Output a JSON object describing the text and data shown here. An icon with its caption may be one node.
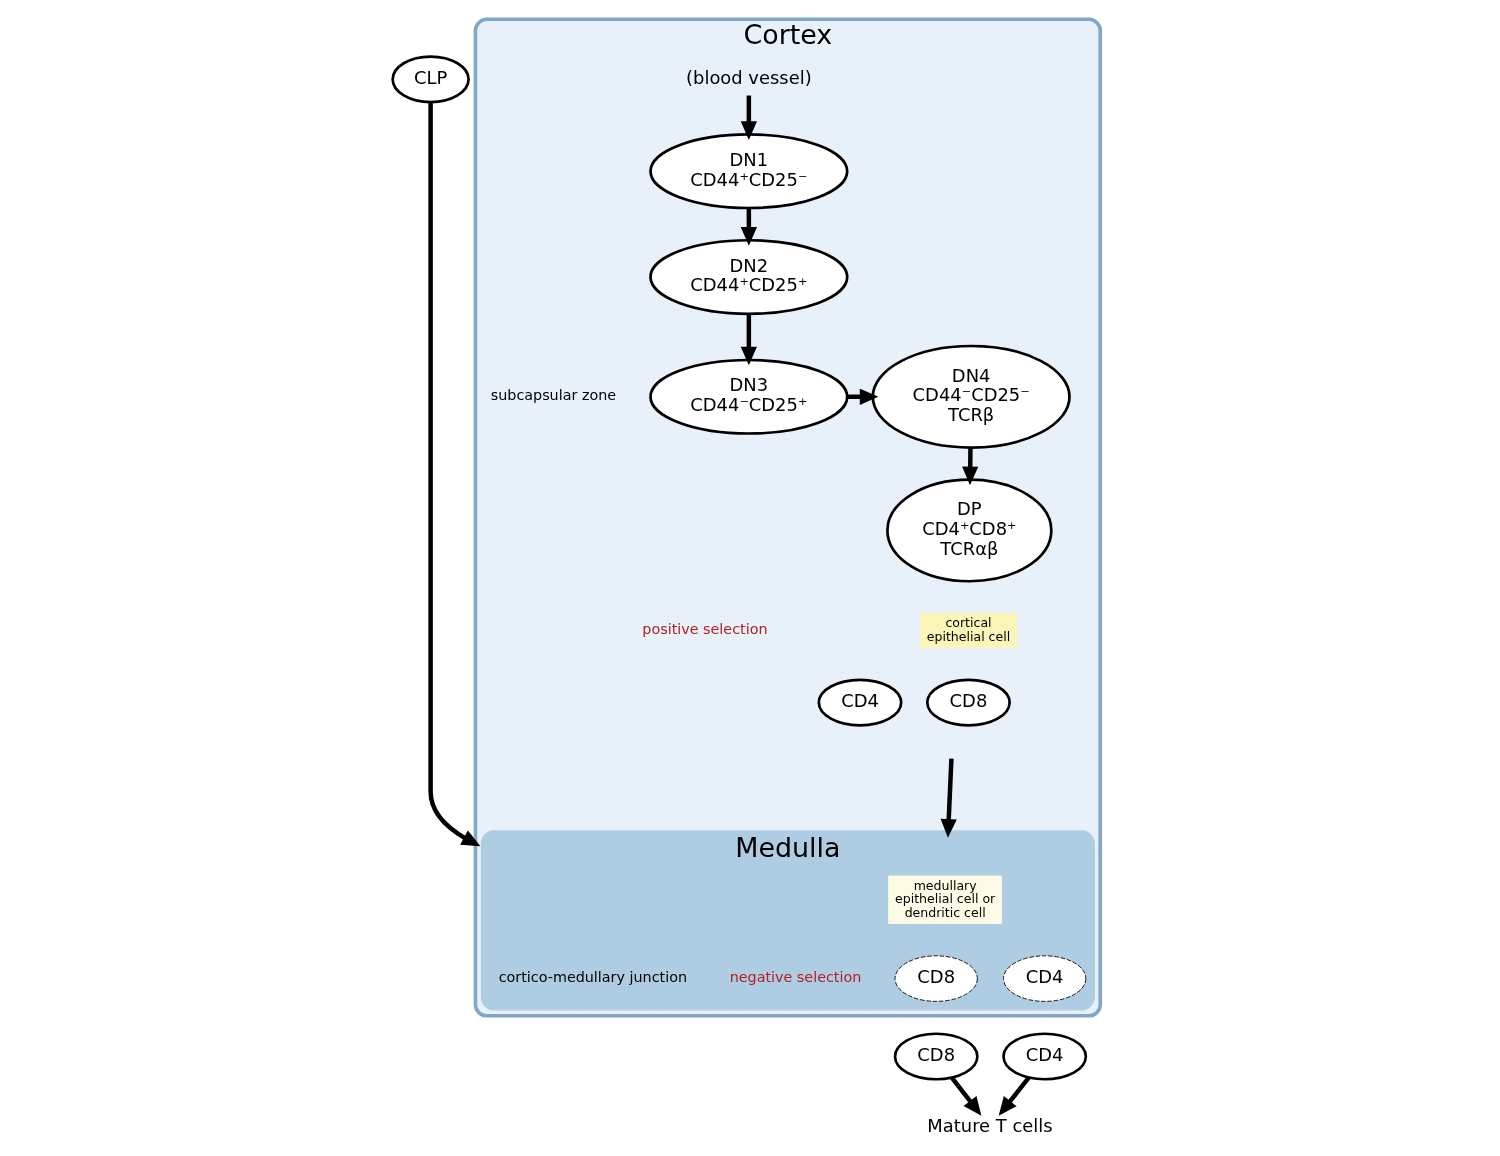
{
  "diagram": {
    "nodes": [
      {
        "text": [
          "Cortex"
        ]
      },
      {
        "text": [
          "Medulla"
        ],
        "in": 0
      },
      {
        "text": [
          "CLP"
        ]
      },
      {
        "text": [
          "DN1",
          "CD44⁺CD25⁻"
        ],
        "in": 0
      },
      {
        "text": [
          "DN2",
          "CD44⁺CD25⁺"
        ],
        "in": 0
      },
      {
        "text": [
          "DN3",
          "CD44⁻CD25⁺"
        ],
        "in": 0
      },
      {
        "text": [
          "DN4",
          "CD44⁻CD25⁻",
          "TCRβ"
        ],
        "in": 0
      },
      {
        "text": [
          "DP",
          "CD4⁺CD8⁺",
          "TCRαβ"
        ],
        "in": 0
      },
      {
        "text": [
          "cortical epithelial cell"
        ],
        "in": 0
      },
      {
        "text": [
          "CD4"
        ],
        "in": 0
      },
      {
        "text": [
          "CD8"
        ],
        "in": 0
      },
      {
        "text": [
          "medullary epithelial cell or dendritic cell"
        ],
        "in": 1
      },
      {
        "text": [
          "CD8"
        ],
        "in": 1
      },
      {
        "text": [
          "CD4"
        ],
        "in": 1
      },
      {
        "text": [
          "CD8"
        ]
      },
      {
        "text": [
          "CD4"
        ]
      },
      {
        "text": [
          "Mature T cells"
        ]
      },
      {
        "text": [
          "(blood vessel)"
        ],
        "in": 0
      }
    ],
    "edges": [
      {
        "from": 2,
        "to": 0,
        "arrow": "to"
      },
      {
        "from": 17,
        "to": 3,
        "arrow": "to"
      },
      {
        "from": 3,
        "to": 4,
        "arrow": "to"
      },
      {
        "from": 4,
        "to": 5,
        "arrow": "to"
      },
      {
        "from": 5,
        "to": 6,
        "arrow": "to"
      },
      {
        "from": 6,
        "to": 7,
        "arrow": "to"
      },
      {
        "from": null,
        "to": 1,
        "arrow": "to"
      },
      {
        "from": 14,
        "to": 16,
        "arrow": "to"
      },
      {
        "from": 15,
        "to": 16,
        "arrow": "to"
      }
    ],
    "labels": [
      "subcapsular zone",
      "positive selection",
      "negative selection",
      "cortico-medullary junction"
    ]
  }
}
